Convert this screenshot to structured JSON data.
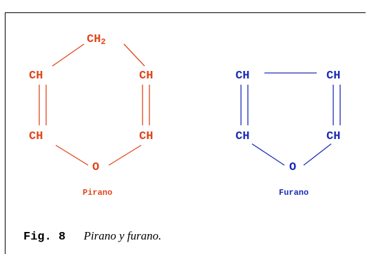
{
  "pyran": {
    "color": "#e0451c",
    "ch2": "CH",
    "ch2_sub": "2",
    "ch_upper_left": "CH",
    "ch_upper_right": "CH",
    "ch_lower_left": "CH",
    "ch_lower_right": "CH",
    "oxygen": "O",
    "name": "Pirano"
  },
  "furan": {
    "color": "#1a2bb8",
    "ch_upper_left": "CH",
    "ch_upper_right": "CH",
    "ch_lower_left": "CH",
    "ch_lower_right": "CH",
    "oxygen": "O",
    "name": "Furano"
  },
  "caption": {
    "label": "Fig. 8",
    "text": "Pirano y furano."
  }
}
